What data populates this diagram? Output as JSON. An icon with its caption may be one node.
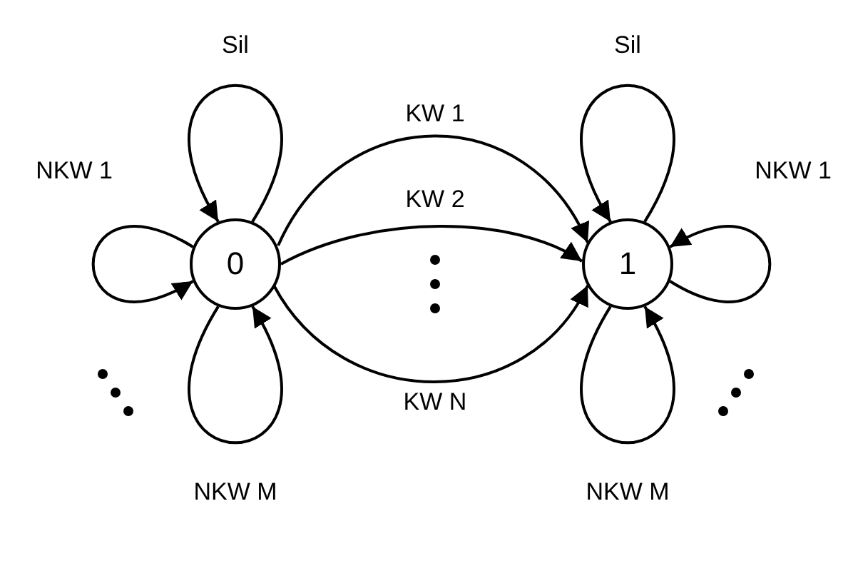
{
  "diagram": {
    "nodes": [
      {
        "text": [
          "0"
        ]
      },
      {
        "text": [
          "1"
        ]
      }
    ],
    "edges": [
      {
        "from": 0,
        "to": 0,
        "arrow": "to",
        "label": "Sil"
      },
      {
        "from": 0,
        "to": 0,
        "arrow": "to",
        "label": "NKW 1"
      },
      {
        "from": 0,
        "to": 0,
        "arrow": "to",
        "label": "NKW M"
      },
      {
        "from": 0,
        "to": 1,
        "arrow": "to",
        "label": "KW 1"
      },
      {
        "from": 0,
        "to": 1,
        "arrow": "to",
        "label": "KW 2"
      },
      {
        "from": 0,
        "to": 1,
        "arrow": "to",
        "label": "KW N"
      },
      {
        "from": 1,
        "to": 1,
        "arrow": "to",
        "label": "Sil"
      },
      {
        "from": 1,
        "to": 1,
        "arrow": "to",
        "label": "NKW 1"
      },
      {
        "from": 1,
        "to": 1,
        "arrow": "to",
        "label": "NKW M"
      }
    ]
  }
}
